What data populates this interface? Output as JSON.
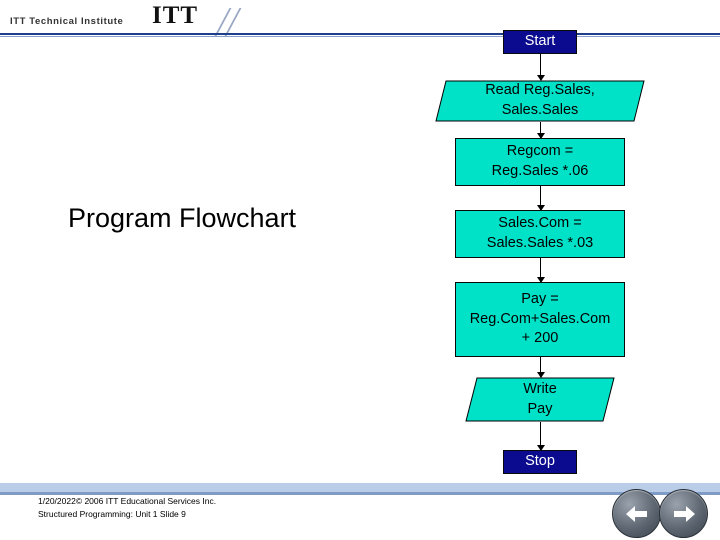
{
  "header": {
    "logo_main": "ITT",
    "logo_sub": "ITT Technical Institute"
  },
  "slide": {
    "title": "Program Flowchart"
  },
  "flowchart": {
    "type": "flowchart",
    "nodes": [
      {
        "id": "start",
        "shape": "terminator",
        "label": "Start"
      },
      {
        "id": "read",
        "shape": "parallelogram",
        "label": "Read Reg.Sales,\nSales.Sales"
      },
      {
        "id": "regcom",
        "shape": "process",
        "label": "Regcom =\nReg.Sales *.06"
      },
      {
        "id": "salescom",
        "shape": "process",
        "label": "Sales.Com =\nSales.Sales *.03"
      },
      {
        "id": "pay",
        "shape": "process",
        "label": "Pay =\nReg.Com+Sales.Com\n+ 200"
      },
      {
        "id": "write",
        "shape": "parallelogram",
        "label": "Write\nPay"
      },
      {
        "id": "stop",
        "shape": "terminator",
        "label": "Stop"
      }
    ],
    "edges": [
      {
        "from": "start",
        "to": "read"
      },
      {
        "from": "read",
        "to": "regcom"
      },
      {
        "from": "regcom",
        "to": "salescom"
      },
      {
        "from": "salescom",
        "to": "pay"
      },
      {
        "from": "pay",
        "to": "write"
      },
      {
        "from": "write",
        "to": "stop"
      }
    ],
    "labels": {
      "start": "Start",
      "read_line1": "Read Reg.Sales,",
      "read_line2": "Sales.Sales",
      "regcom_line1": "Regcom =",
      "regcom_line2": "Reg.Sales *.06",
      "salescom_line1": "Sales.Com =",
      "salescom_line2": "Sales.Sales *.03",
      "pay_line1": "Pay =",
      "pay_line2": "Reg.Com+Sales.Com",
      "pay_line3": "+ 200",
      "write_line1": "Write",
      "write_line2": "Pay",
      "stop": "Stop"
    },
    "colors": {
      "process_fill": "#00E2C8",
      "terminator_fill": "#0B0B8F",
      "terminator_text": "#FFFFFF",
      "outline": "#000000"
    }
  },
  "footer": {
    "line1": "1/20/2022© 2006 ITT Educational Services Inc.",
    "line2": "Structured Programming: Unit 1 Slide 9"
  },
  "nav": {
    "prev": "previous-slide",
    "next": "next-slide"
  }
}
